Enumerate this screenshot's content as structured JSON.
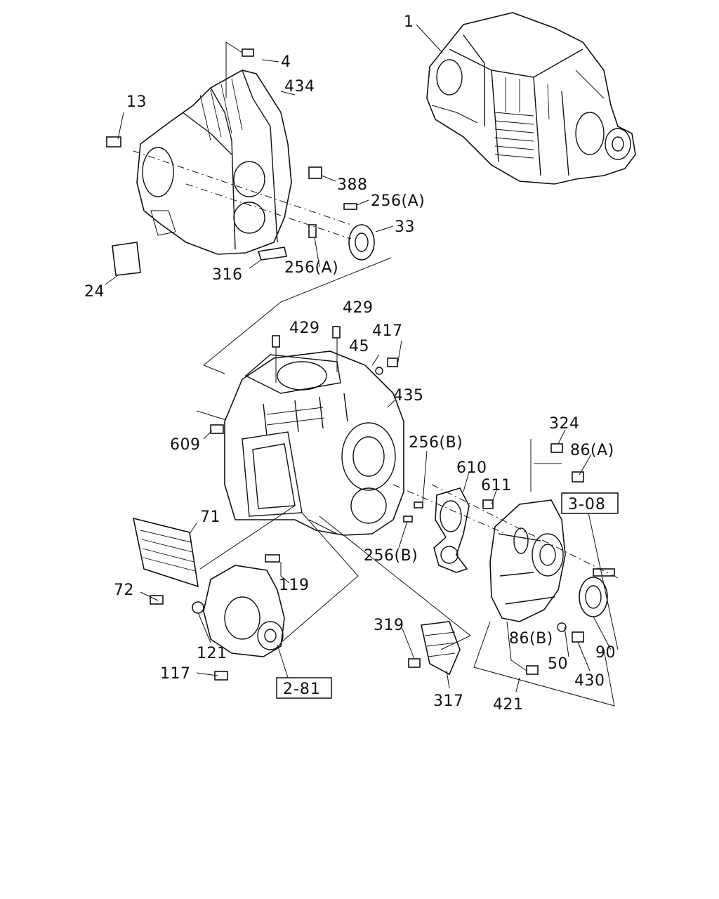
{
  "diagram": {
    "labels": {
      "p1": "1",
      "p4": "4",
      "p434": "434",
      "p13": "13",
      "p388": "388",
      "p256a_1": "256(A)",
      "p33": "33",
      "p256a_2": "256(A)",
      "p316": "316",
      "p24": "24",
      "p429_1": "429",
      "p429_2": "429",
      "p417": "417",
      "p45": "45",
      "p435": "435",
      "p609": "609",
      "p256b_1": "256(B)",
      "p324": "324",
      "p86a": "86(A)",
      "p610": "610",
      "p611": "611",
      "p71": "71",
      "p256b_2": "256(B)",
      "p72": "72",
      "p119": "119",
      "p121": "121",
      "p117": "117",
      "p319": "319",
      "p317": "317",
      "p86b": "86(B)",
      "p50": "50",
      "p430": "430",
      "p90": "90",
      "p421": "421"
    },
    "references": {
      "ref_308": "3-08",
      "ref_281": "2-81"
    }
  }
}
